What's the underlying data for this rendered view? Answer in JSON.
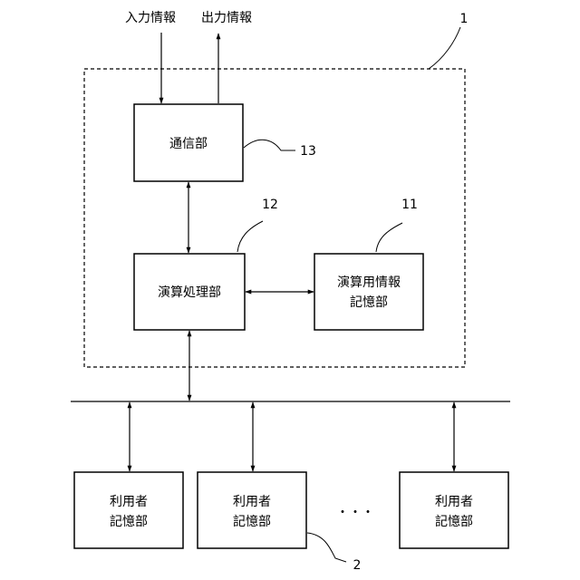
{
  "io": {
    "input_label": "入力情報",
    "output_label": "出力情報"
  },
  "device": {
    "ref": "1",
    "comm_unit": {
      "label": "通信部",
      "ref": "13"
    },
    "processing_unit": {
      "label": "演算処理部",
      "ref": "12"
    },
    "storage_unit": {
      "lines": [
        "演算用情報",
        "記憶部"
      ],
      "ref": "11"
    }
  },
  "user_storage": {
    "lines": [
      "利用者",
      "記憶部"
    ],
    "ref": "2",
    "ellipsis": "・・・"
  }
}
